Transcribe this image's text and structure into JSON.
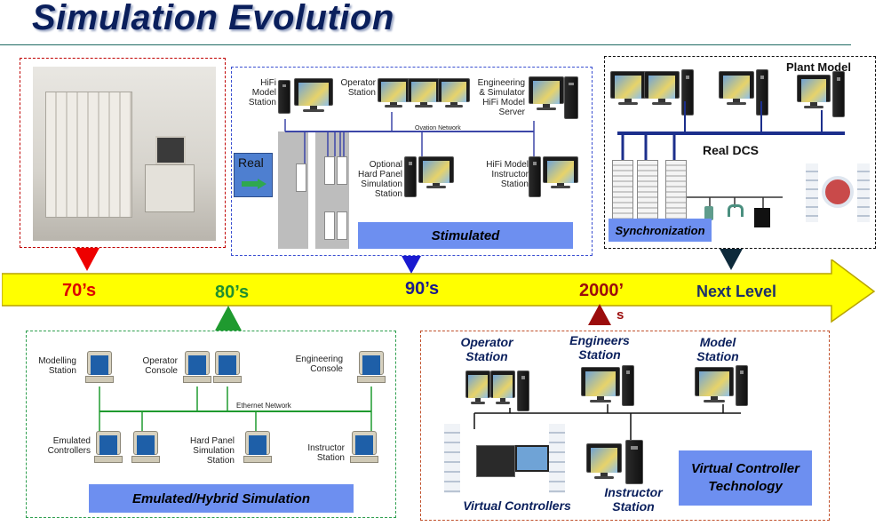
{
  "title": "Simulation Evolution",
  "timeline": {
    "d70": {
      "label": "70’s",
      "color": "#dd0000"
    },
    "d80": {
      "label": "80’s",
      "color": "#1f8f2f"
    },
    "d90": {
      "label": "90’s",
      "color": "#1a1a8c"
    },
    "d2000": {
      "label": "2000’",
      "suffix": "s",
      "color": "#9b0c0c"
    },
    "next": {
      "label": "Next Level",
      "color": "#1b2f6b"
    },
    "arrow_color": "#ffff00"
  },
  "stimulated": {
    "real_label": "Real",
    "hifi_model_station": "HiFi\nModel\nStation",
    "operator_station": "Operator\nStation",
    "engineering_server": "Engineering\n& Simulator\nHiFi Model\nServer",
    "network": "Ovation Network",
    "hard_panel": "Optional\nHard Panel\nSimulation\nStation",
    "instructor": "HiFi Model\nInstructor\nStation",
    "bar_label": "Stimulated"
  },
  "next_level": {
    "plant_model": "Plant Model",
    "real_dcs": "Real DCS",
    "bar_label": "Synchronization"
  },
  "emulated": {
    "modelling": "Modelling\nStation",
    "operator_console": "Operator\nConsole",
    "engineering_console": "Engineering\nConsole",
    "network": "Ethernet Network",
    "emulated_controllers": "Emulated\nControllers",
    "hard_panel": "Hard Panel\nSimulation\nStation",
    "instructor": "Instructor\nStation",
    "bar_label": "Emulated/Hybrid Simulation"
  },
  "virtual": {
    "operator": "Operator\nStation",
    "engineers": "Engineers\nStation",
    "model": "Model\nStation",
    "virtual_controllers": "Virtual Controllers",
    "instructor": "Instructor\nStation",
    "bar_label": "Virtual Controller\nTechnology"
  }
}
